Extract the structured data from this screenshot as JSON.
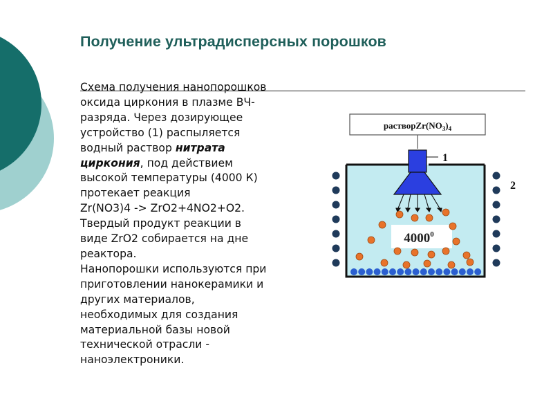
{
  "slide": {
    "title": "Получение ультрадисперсных порошков",
    "body_lines": [
      [
        "Схема получения нанопорошков"
      ],
      [
        "оксида циркония в плазме ВЧ-"
      ],
      [
        "разряда. Через дозирующее"
      ],
      [
        "устройство (1) распыляется"
      ],
      [
        "водный раствор ",
        {
          "bold": "нитрата"
        }
      ],
      [
        {
          "bold": "циркония"
        },
        ", под действием"
      ],
      [
        "высокой температуры (4000 К)"
      ],
      [
        "протекает реакция"
      ],
      [
        "Zr(NO3)4 -> ZrO2+4NO2+O2."
      ],
      [
        "Твердый продукт реакции в"
      ],
      [
        "виде ZrO2 собирается на дне"
      ],
      [
        "реактора."
      ],
      [
        "Нанопорошки используются при"
      ],
      [
        "приготовлении нанокерамики и"
      ],
      [
        "других материалов,"
      ],
      [
        "необходимых для создания"
      ],
      [
        "материальной базы новой"
      ],
      [
        "технической отрасли -"
      ],
      [
        "наноэлектроники."
      ]
    ]
  },
  "diagram": {
    "solution_label": "раствор",
    "solution_formula_prefix": "Zr(NO",
    "solution_sub_3": "3",
    "solution_formula_suffix": ")",
    "solution_sub_4": "4",
    "label_1": "1",
    "label_2": "2",
    "temperature_value": "4000",
    "temperature_sup": "0",
    "colors": {
      "reactor_fill": "#c3ebf1",
      "nozzle": "#2b3fe0",
      "particle": "#e8732a",
      "coil_dot": "#1f3a5a",
      "bottom_dot": "#2b5fd0",
      "deco_dark": "#156e6a",
      "deco_light": "#9fd0cf"
    }
  }
}
